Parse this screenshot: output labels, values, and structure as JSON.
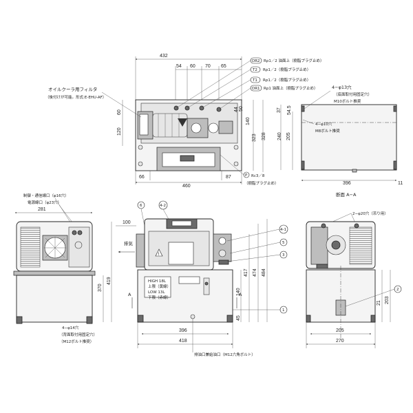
{
  "top_view": {
    "dims": {
      "overall_w": "432",
      "d1": "54",
      "d2": "60",
      "d3": "70",
      "d4": "65",
      "left_offset": "66",
      "base_w": "460",
      "right_offset": "87",
      "h_left_1": "60",
      "h_left_2": "120",
      "h_right_1": "44",
      "h_right_2": "50",
      "h_right_3": "140",
      "h_right_4": "323",
      "h_right_5": "328"
    },
    "ports": [
      {
        "tag": "DR2",
        "text": "Rp1／2 油面上（樹脂プラグ止め）"
      },
      {
        "tag": "T2",
        "text": "Rp1／2（樹脂プラグ止め）"
      },
      {
        "tag": "T1",
        "text": "Rp1／2（樹脂プラグ止め）"
      },
      {
        "tag": "DR1",
        "text": "Rp1 油面上（樹脂プラグ止め）"
      }
    ],
    "filter_label_1": "オイルクーラ用フィルタ",
    "filter_label_2": "（後付けが可能。形式:E-EHU-AF）",
    "p_port": {
      "tag": "P",
      "text": "Rc3／8",
      "note": "（樹脂プラグ止め）"
    }
  },
  "section_view": {
    "caption": "断面 A−A",
    "holes_label": "4−φ13穴",
    "holes_note": "（底面取付用固定穴）",
    "bolt_label": "M10ボルト推奨",
    "inner_holes_label": "4−φ10穴",
    "inner_bolt_label": "M8ボルト推奨",
    "dims": {
      "h_37": "37",
      "h_54": "54.5",
      "h_205": "205",
      "h_240": "240",
      "w_396": "396",
      "w_11": "11"
    }
  },
  "left_view": {
    "label_1": "制御・通信線口（φ16穴）",
    "label_2": "電源線口（φ23穴）",
    "dims": {
      "w_281": "281",
      "h_370": "370",
      "h_419": "419"
    },
    "holes_label": "4−φ14穴",
    "holes_note": "（背面取付用固定穴）",
    "bolt_label": "（M12ボルト推奨）"
  },
  "front_view": {
    "exhaust": "排気",
    "callouts": [
      "6",
      "4-2",
      "4-1",
      "5",
      "3",
      "1"
    ],
    "dims": {
      "w_100": "100",
      "w_396": "396",
      "w_418": "418",
      "h_140": "140",
      "h_45": "45",
      "h_417": "417",
      "h_474": "474",
      "h_484": "484"
    },
    "oil_levels": [
      "HIGH 18L",
      "上限（黄線）",
      "LOW 13L",
      "下限（赤線）"
    ],
    "drain_label": "排油口兼給油口（M12六角ボルト）"
  },
  "right_view": {
    "hang_label": "2−φ20穴（吊り用）",
    "callout": "2",
    "dims": {
      "w_205": "205",
      "w_270": "270",
      "h_21": "21",
      "h_203": "203"
    }
  }
}
